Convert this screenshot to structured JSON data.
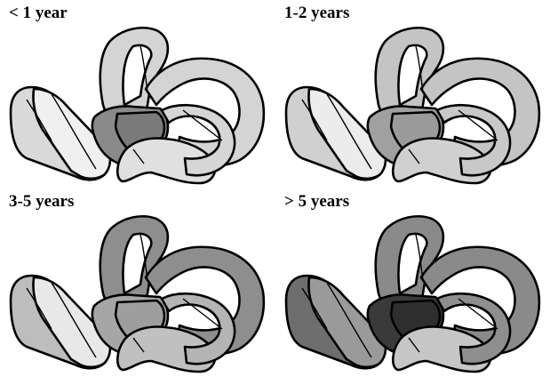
{
  "panels": [
    {
      "label": "< 1 year",
      "colors": {
        "cochlea_outer": "#d9d9d9",
        "cochlea_inner": "#f0f0f0",
        "semicircular_canals": "#d4d4d4",
        "vestibule": "#8a8a8a",
        "utricle": "#7a7a7a",
        "ampulla": "#e0e0e0",
        "lateral_canal": "#d6d6d6"
      }
    },
    {
      "label": "1-2 years",
      "colors": {
        "cochlea_outer": "#d0d0d0",
        "cochlea_inner": "#ececec",
        "semicircular_canals": "#c4c4c4",
        "vestibule": "#a0a0a0",
        "utricle": "#9a9a9a",
        "ampulla": "#d0d0d0",
        "lateral_canal": "#c8c8c8"
      }
    },
    {
      "label": "3-5 years",
      "colors": {
        "cochlea_outer": "#bdbdbd",
        "cochlea_inner": "#e8e8e8",
        "semicircular_canals": "#8e8e8e",
        "vestibule": "#a6a6a6",
        "utricle": "#9e9e9e",
        "ampulla": "#c0c0c0",
        "lateral_canal": "#b4b4b4"
      }
    },
    {
      "label": "> 5 years",
      "colors": {
        "cochlea_outer": "#6e6e6e",
        "cochlea_inner": "#9a9a9a",
        "semicircular_canals": "#8a8a8a",
        "vestibule": "#3a3a3a",
        "utricle": "#2e2e2e",
        "ampulla": "#c6c6c6",
        "lateral_canal": "#8e8e8e"
      }
    }
  ]
}
